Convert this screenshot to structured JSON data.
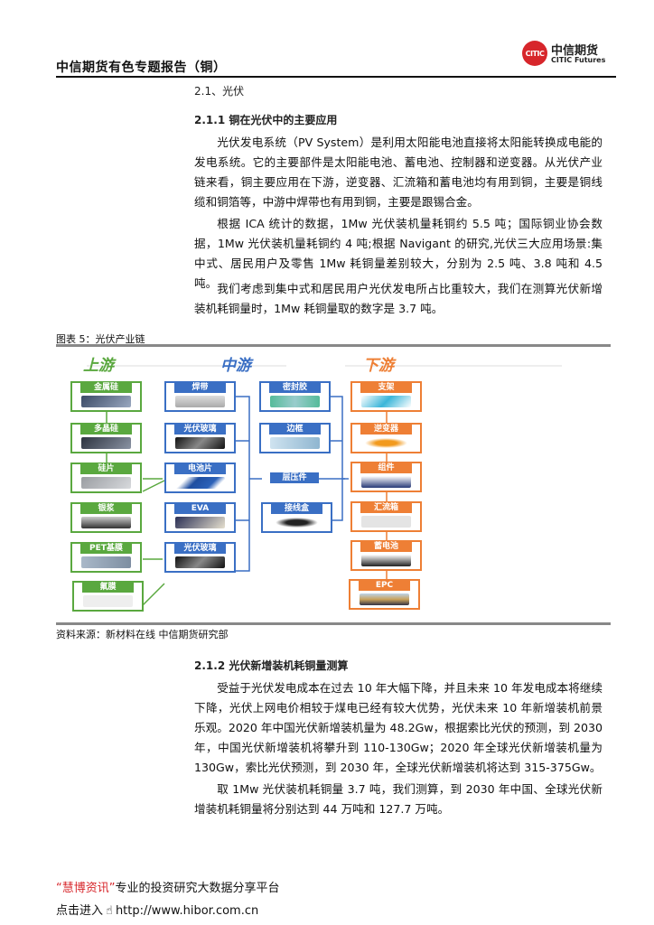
{
  "header": {
    "title": "中信期货有色专题报告（铜）",
    "logo_cn": "中信期货",
    "logo_en": "CITIC Futures",
    "logo_mark": "CITIC"
  },
  "section": {
    "heading": "2.1、光伏"
  },
  "sub1": {
    "heading": "2.1.1 铜在光伏中的主要应用",
    "paragraphs": [
      "光伏发电系统（PV System）是利用太阳能电池直接将太阳能转换成电能的发电系统。它的主要部件是太阳能电池、蓄电池、控制器和逆变器。从光伏产业链来看，铜主要应用在下游，逆变器、汇流箱和蓄电池均有用到铜，主要是铜线缆和铜箔等，中游中焊带也有用到铜，主要是跟锡合金。",
      "根据 ICA 统计的数据，1Mw 光伏装机量耗铜约 5.5 吨；国际铜业协会数据，1Mw 光伏装机量耗铜约 4 吨;根据 Navigant 的研究,光伏三大应用场景:集中式、居民用户及零售 1Mw 耗铜量差别较大，分别为 2.5 吨、3.8 吨和 4.5 吨。",
      "我们考虑到集中式和居民用户光伏发电所占比重较大，我们在测算光伏新增装机耗铜量时，1Mw 耗铜量取的数字是 3.7 吨。"
    ]
  },
  "figure": {
    "caption": "图表 5：光伏产业链",
    "source": "资料来源：新材料在线 中信期货研究部",
    "stages": {
      "upstream": "上游",
      "midstream": "中游",
      "downstream": "下游"
    },
    "upstream": [
      "金属硅",
      "多晶硅",
      "硅片",
      "银浆",
      "PET基膜",
      "氟膜"
    ],
    "mid1": [
      "焊带",
      "光伏玻璃",
      "电池片",
      "EVA",
      "光伏玻璃"
    ],
    "mid2": [
      "密封胶",
      "边框",
      "接线盒"
    ],
    "laminate": "层压件",
    "downstream": [
      "支架",
      "逆变器",
      "组件",
      "汇流箱",
      "蓄电池",
      "EPC"
    ],
    "colors": {
      "upstream": "#5aa83f",
      "midstream": "#3a6fc4",
      "downstream": "#ee7f35"
    }
  },
  "sub2": {
    "heading": "2.1.2 光伏新增装机耗铜量测算",
    "paragraphs": [
      "受益于光伏发电成本在过去 10 年大幅下降，并且未来 10 年发电成本将继续下降，光伏上网电价相较于煤电已经有较大优势，光伏未来 10 年新增装机前景乐观。2020 年中国光伏新增装机量为 48.2Gw，根据索比光伏的预测，到 2030 年，中国光伏新增装机将攀升到 110-130Gw；2020 年全球光伏新增装机量为 130Gw，索比光伏预测，到 2030 年，全球光伏新增装机将达到 315-375Gw。",
      "取 1Mw 光伏装机耗铜量 3.7 吨，我们测算，到 2030 年中国、全球光伏新增装机耗铜量将分别达到 44 万吨和 127.7 万吨。"
    ]
  },
  "footer": {
    "brand": "“慧博资讯”",
    "tagline": "专业的投资研究大数据分享平台",
    "enter": "点击进入",
    "url": "http://www.hibor.com.cn"
  }
}
